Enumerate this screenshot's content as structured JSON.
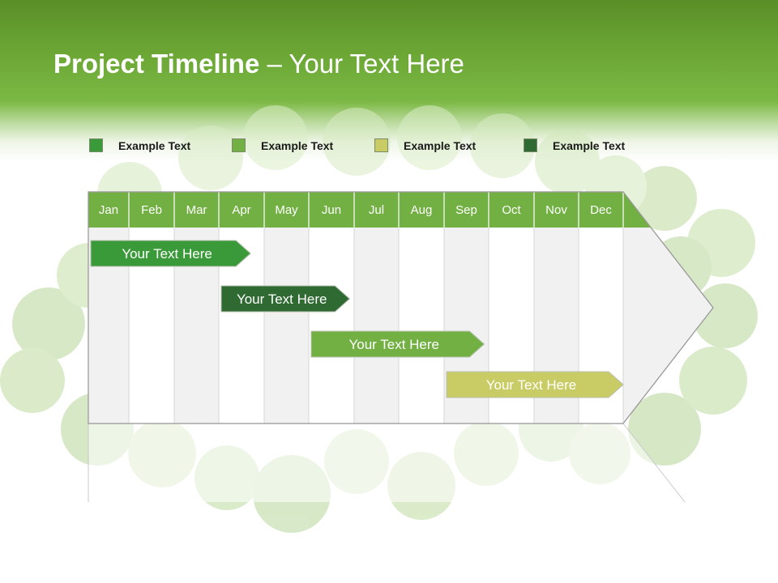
{
  "header": {
    "title_bold": "Project Timeline",
    "title_rest": " – Your Text Here"
  },
  "legend": [
    {
      "label": "Example Text",
      "color": "#3a9a3a"
    },
    {
      "label": "Example Text",
      "color": "#72b043"
    },
    {
      "label": "Example Text",
      "color": "#c9cc64"
    },
    {
      "label": "Example Text",
      "color": "#2f6a33"
    }
  ],
  "timeline": {
    "months": [
      "Jan",
      "Feb",
      "Mar",
      "Apr",
      "May",
      "Jun",
      "Jul",
      "Aug",
      "Sep",
      "Oct",
      "Nov",
      "Dec"
    ],
    "header_color": "#72b043",
    "tasks": [
      {
        "label": "Your  Text Here",
        "start_month": 0.0,
        "end_month": 3.7,
        "color": "#3a9a3a"
      },
      {
        "label": "Your  Text Here",
        "start_month": 3.0,
        "end_month": 5.9,
        "color": "#2f6a33"
      },
      {
        "label": "Your  Text Here",
        "start_month": 5.0,
        "end_month": 8.9,
        "color": "#72b043"
      },
      {
        "label": "Your  Text Here",
        "start_month": 8.0,
        "end_month": 12.0,
        "color": "#c9cc64"
      }
    ]
  }
}
